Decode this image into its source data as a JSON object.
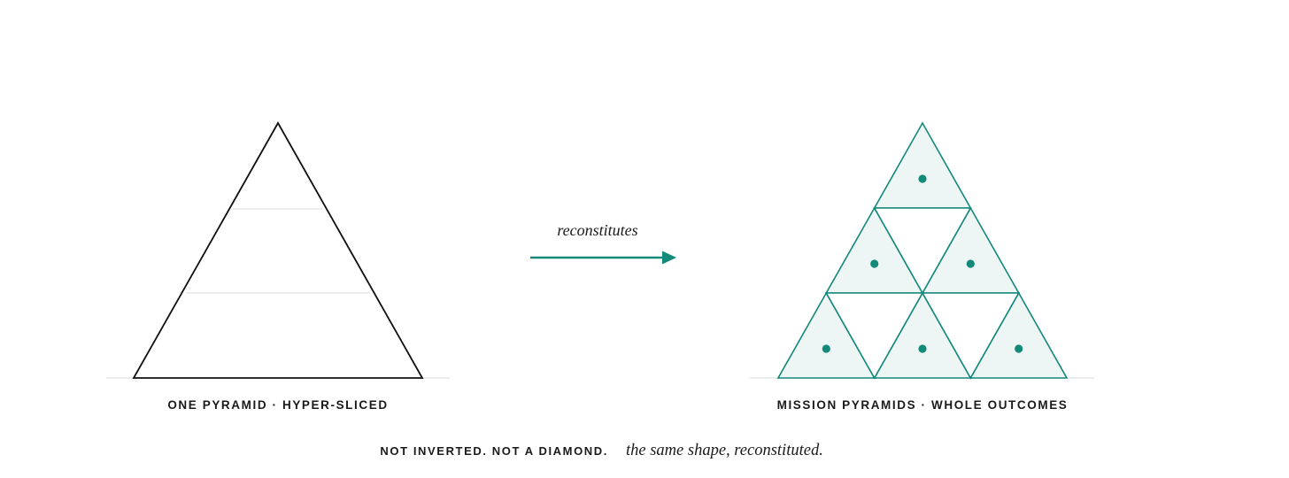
{
  "colors": {
    "accent": "#13897a",
    "accent_fill": "#eef6f5",
    "ink": "#111111",
    "rule": "#e2e2e2"
  },
  "left": {
    "caption": "ONE PYRAMID · HYPER-SLICED",
    "slices": 3
  },
  "transition": {
    "label": "reconstitutes"
  },
  "right": {
    "caption": "MISSION PYRAMIDS · WHOLE OUTCOMES",
    "rows": 3
  },
  "footer": {
    "caps": "NOT INVERTED. NOT A DIAMOND.",
    "italic": "the same shape, reconstituted."
  }
}
